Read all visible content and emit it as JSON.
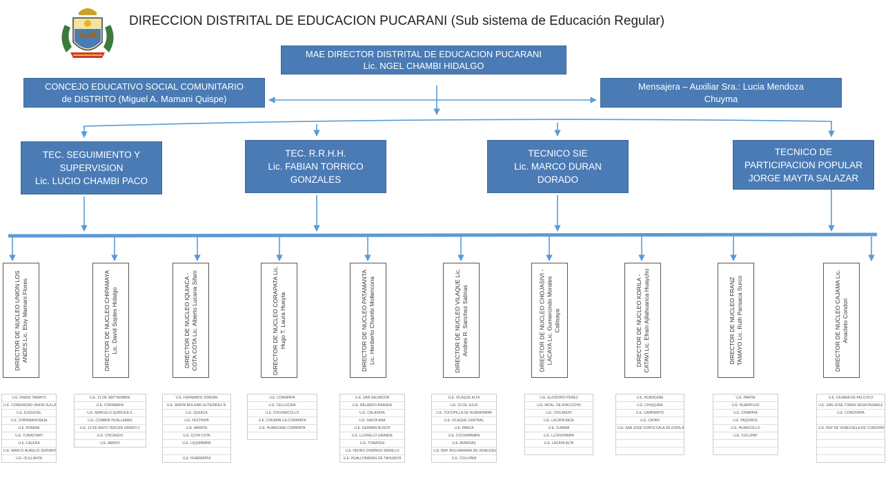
{
  "title": "DIRECCION DISTRITAL  DE EDUCACION PUCARANI (Sub sistema de Educación Regular)",
  "mae": {
    "line1": "MAE  DIRECTOR DISTRITAL DE EDUCACION  PUCARANI",
    "line2": "Lic. NGEL CHAMBI HIDALGO"
  },
  "concejo": {
    "line1": "CONCEJO EDUCATIVO SOCIAL COMUNITARIO",
    "line2": "de  DISTRITO  (Miguel A. Mamani Quispe)"
  },
  "mensajera": {
    "line1": "Mensajera – Auxiliar Sra.: Lucia Mendoza",
    "line2": "Chuyma"
  },
  "tecnicos": [
    {
      "lines": [
        "TEC. SEGUIMIENTO Y",
        "SUPERVISION",
        "Lic. LUCIO CHAMBI PACO"
      ]
    },
    {
      "lines": [
        "TEC. R.R.H.H.",
        "Lic. FABIAN TORRICO",
        "GONZALES"
      ]
    },
    {
      "lines": [
        "TECNICO  SIE",
        "Lic. MARCO DURAN",
        "DORADO"
      ]
    },
    {
      "lines": [
        "TECNICO DE",
        "PARTICIPACION POPULAR",
        "JORGE MAYTA SALAZAR"
      ]
    }
  ],
  "directores": [
    "DIRECTOR DE NUCLEO UNION LOS ANDES Lic. Eloy Mamani Flores",
    "DIRECTOR DE NUCLEO CHIPAMAYA Lic. David Soples Hidalgo",
    "DIRECTOR DE NUCLEO IQUIACA - COTA COTA Lic. Alberto Lucana Sifani",
    "DIRECTOR DE NUCLEO CORAPATA Lic. Hugo T. Laura Hueyta",
    "DIRECTOR DE NUCLEO PATAMANTA Lic. Heriberto Chambi Mollericona",
    "DIRECTOR DE NUCLEO VILAQUE Lic. Andres R. Sanchez Salinas",
    "DIRECTOR DE NUCLEO CHOJASIVI - LACAYA Lic. Gumercindo Morales Callisaya",
    "DIRECTOR DE NUCLEO KORILA - CATAVI Lic. Efrain Ajllahuanca Huaycho",
    "DIRECTOR DE NUCLEO FRANZ TAMAYO Lic. Ruth Parisaca Surco",
    "DIRECTOR DE NUCLEO CAJAMA Lic. Anacleto Condori"
  ],
  "unidades": [
    [
      "U.E. FRANZ TAMAYO",
      "U.E. COMUNIDAD UNION SULLAMANI",
      "U.E. ESQUIVEL",
      "U.E. CHIPAMAYA BAJA",
      "U.E. ROMANI",
      "U.E. TURACHAPI",
      "U.E. CALERA",
      "U.E. MARCO AURELIO ZERVANTES",
      "U.E. OLILLANTA"
    ],
    [
      "U.E. 21 DE SEPTIEMBRE",
      "U.E. CHIPAMAYA",
      "U.E. MARCELO QUIROGA S.",
      "U.E. CUMBRE HUALLAMAS",
      "U.E. 13 DE MAYO TERCER GRADO C",
      "U.E. CHOJASIVI",
      "U.E. AMAYO"
    ],
    [
      "U.E. FERNANDO JORDAN",
      "U.E. SIMON BOLIVAR GUTIERREZ B.",
      "U.E. IQUIACA",
      "U.E. HUCHUPA",
      "U.E. MAMITA",
      "U.E. COTA COTA",
      "U.E. LIQUIPAMPA",
      "",
      "U.E. HUARAPATA"
    ],
    [
      "U.E. CORAPATA",
      "U.E. CELLUCANI",
      "U.E. CHOJNACOLLO",
      "U.E. CHUAPALCA CORAPATA",
      "U.E. HUANCANE CORAPATA",
      ""
    ],
    [
      "U.E. SAN SALVADOR",
      "U.E. BELARDO ARANDA",
      "U.E. CALASAYA",
      "U.E. SANTA ANA",
      "U.E. GERMAN BUSCH",
      "U.E. LLOKALLO GRANDE",
      "U.E. TOMATEN",
      "U.E. PEDRO DOMINGO MURILLO",
      "U.E. HUALLOMARAS DE TAHUACHI"
    ],
    [
      "U.E. VILAQUE ALTA",
      "U.E. 20 DE JULIO",
      "U.E. TOCOPILLA DE HUARIPAMPA",
      "U.E. VILAQUE CENTRAL",
      "U.E. PANCA",
      "U.E. COCHAPAMPA",
      "U.E. AVAROAS",
      "U.E. REP. BOLIVARIANA DE VENEZUELA",
      "U.E. COLLPANI"
    ],
    [
      "U.E. ELIODORO PEREZ",
      "U.E. MCAL. DE AYACUCHO",
      "U.E. CHOJASIVI",
      "U.E. LACAYA BAJA",
      "U.E. CURAMI",
      "U.E. LLOKUPAMPA",
      "U.E. LACAYA ALTA",
      ""
    ],
    [
      "U.E. HUANCANE",
      "U.E. CHUQUIRA",
      "U.E. CAMPANITO",
      "U.E. CATAVI",
      "U.E. SAN JOSE SOROCCALA DE KORILA",
      "",
      "",
      ""
    ],
    [
      "U.E. PARTAI",
      "U.E. HUARIPUJO",
      "U.E. CHIAPATA",
      "U.E. PAQUIROL",
      "U.E. HUANCOLLO",
      "U.E. COLLIPAY",
      "",
      ""
    ],
    [
      "U.E. CAJAMA DE PALCOCO",
      "U.E. SAN JOSE TOMAS RESPONSABLE",
      "U.E. CONDORPA",
      "",
      "U.E. REP DE VENEZUELA DE CONDORPA",
      "",
      "",
      "",
      ""
    ]
  ]
}
